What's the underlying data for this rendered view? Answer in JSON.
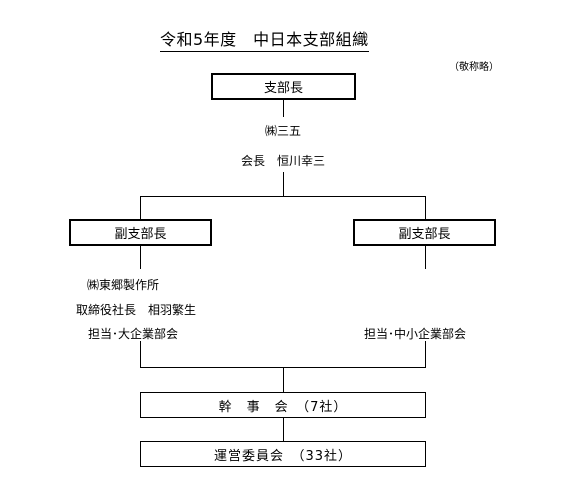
{
  "title": "令和5年度　中日本支部組織",
  "note": "（敬称略）",
  "branch_head": {
    "label": "支部長",
    "company": "㈱三五",
    "person": "会長　恒川幸三"
  },
  "vice_left": {
    "label": "副支部長",
    "company": "㈱東郷製作所",
    "person": "取締役社長　相羽繁生",
    "role": "担当･大企業部会"
  },
  "vice_right": {
    "label": "副支部長",
    "role": "担当･中小企業部会"
  },
  "secretariat": "幹　事　会　（7社）",
  "steering": "運営委員会　（33社）"
}
